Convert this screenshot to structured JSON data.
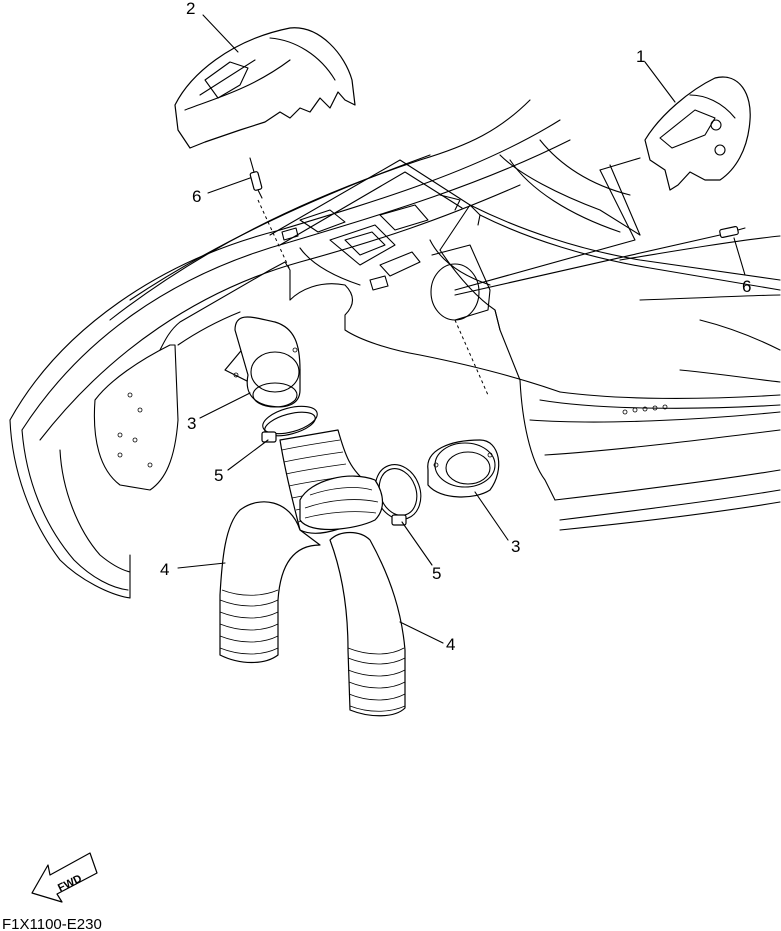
{
  "callouts": [
    {
      "id": "1",
      "label": "1"
    },
    {
      "id": "2",
      "label": "2"
    },
    {
      "id": "3a",
      "label": "3"
    },
    {
      "id": "3b",
      "label": "3"
    },
    {
      "id": "4a",
      "label": "4"
    },
    {
      "id": "4b",
      "label": "4"
    },
    {
      "id": "5a",
      "label": "5"
    },
    {
      "id": "5b",
      "label": "5"
    },
    {
      "id": "6a",
      "label": "6"
    },
    {
      "id": "6b",
      "label": "6"
    }
  ],
  "fwd_label": "FWD",
  "diagram_code": "F1X1100-E230"
}
